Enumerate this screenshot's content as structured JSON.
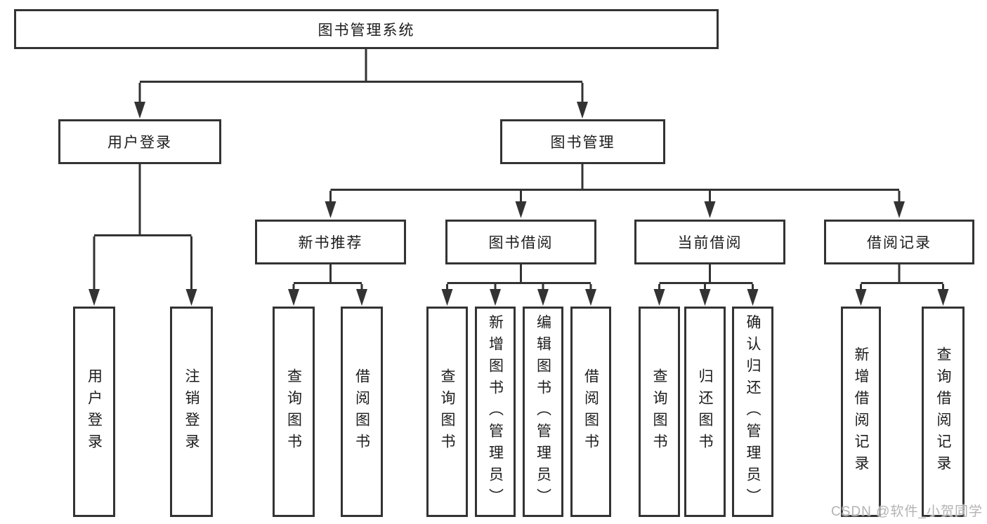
{
  "diagram": {
    "root": "图书管理系统",
    "level2": [
      "用户登录",
      "图书管理"
    ],
    "level3": [
      "新书推荐",
      "图书借阅",
      "当前借阅",
      "借阅记录"
    ],
    "leaves": {
      "user_login": [
        "用户登录",
        "注销登录"
      ],
      "new_book_recommend": [
        "查询图书",
        "借阅图书"
      ],
      "book_borrow": [
        "查询图书",
        "新增图书（管理员）",
        "编辑图书（管理员）",
        "借阅图书"
      ],
      "current_borrow": [
        "查询图书",
        "归还图书",
        "确认归还（管理员）"
      ],
      "borrow_record": [
        "新增借阅记录",
        "查询借阅记录"
      ]
    }
  },
  "watermark": "CSDN @软件_小贺同学",
  "colors": {
    "line": "#333333",
    "text": "#1c1c1c",
    "watermark": "#b3b3b3",
    "background": "#ffffff"
  }
}
